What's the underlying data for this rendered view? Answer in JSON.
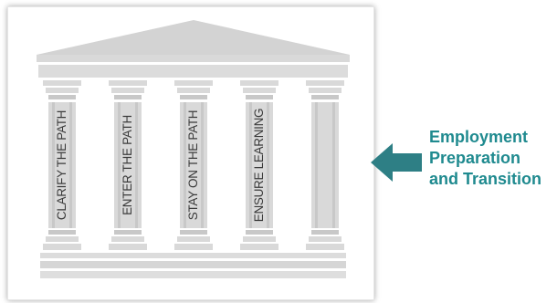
{
  "pillars": [
    {
      "label": "CLARIFY THE PATH"
    },
    {
      "label": "ENTER THE PATH"
    },
    {
      "label": "STAY ON THE PATH"
    },
    {
      "label": "ENSURE LEARNING"
    },
    {
      "label": ""
    }
  ],
  "callout": {
    "lines": [
      "Employment",
      "Preparation",
      "and Transition"
    ]
  },
  "colors": {
    "stone": "#d9d9d9",
    "stone_dark": "#c8c8c8",
    "arrow": "#2e7f85",
    "callout_text": "#1f8a8f"
  }
}
